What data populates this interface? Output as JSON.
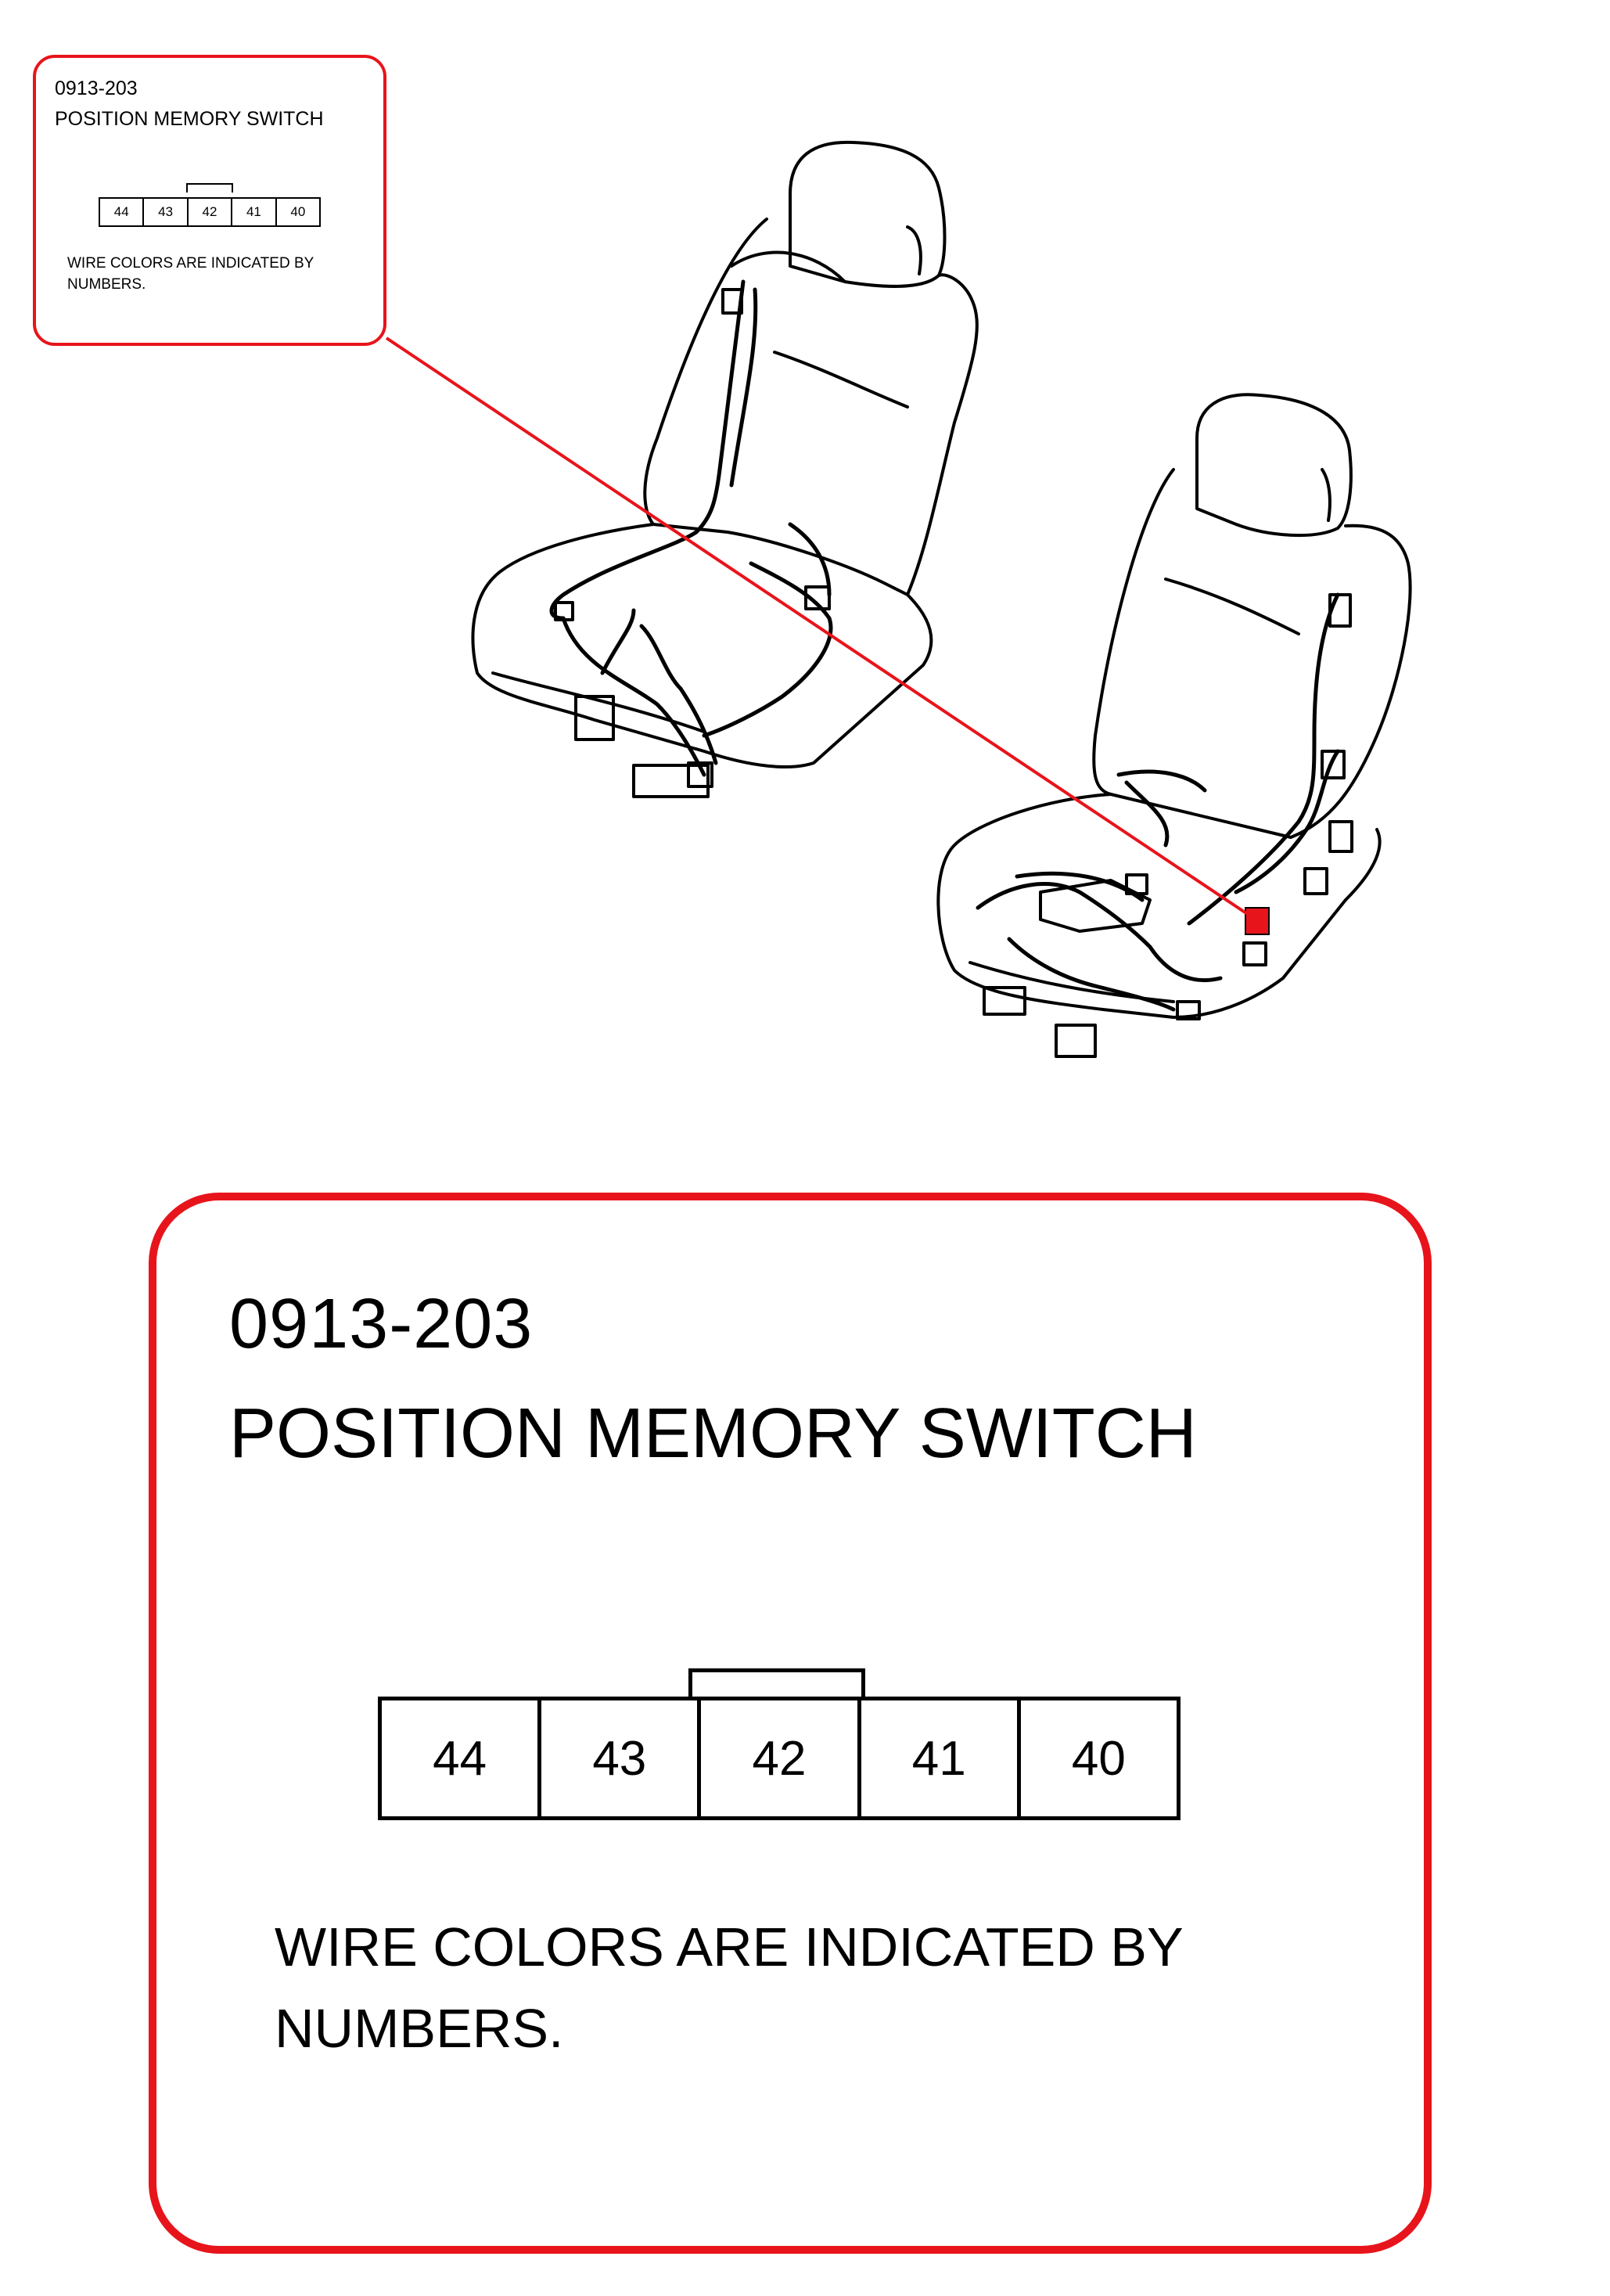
{
  "component": {
    "code": "0913-203",
    "name": "POSITION MEMORY SWITCH",
    "note": "WIRE COLORS ARE INDICATED BY NUMBERS.",
    "connector_pins": [
      "44",
      "43",
      "42",
      "41",
      "40"
    ]
  },
  "colors": {
    "callout": "#e8141b",
    "line_art": "#000000",
    "highlight_connector": "#e8141b"
  },
  "icons": {
    "left_seat": "seat-outline-with-wiring",
    "right_seat": "seat-outline-with-wiring",
    "highlighted_connector": "connector-highlight"
  }
}
